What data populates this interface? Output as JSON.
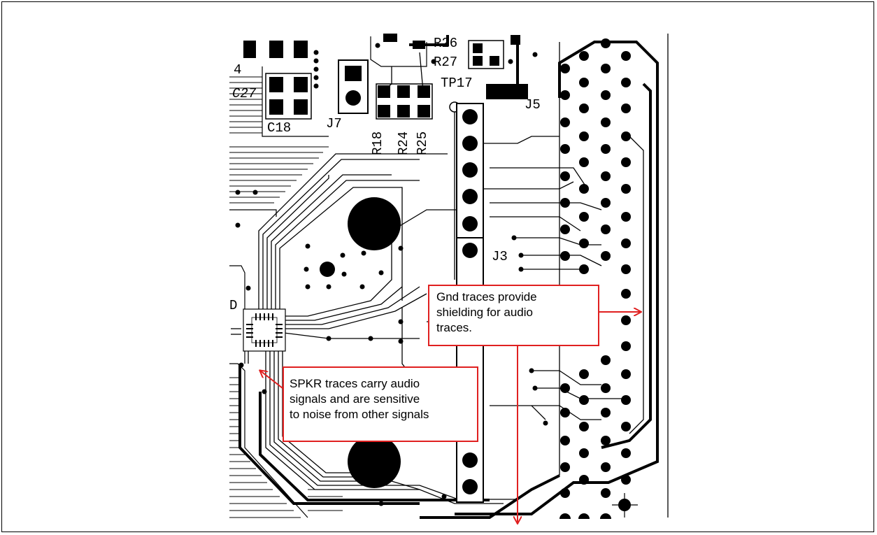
{
  "labels": {
    "r26": "R26",
    "r27": "R27",
    "tp17": "TP17",
    "j5": "J5",
    "c27": "C27",
    "c18": "C18",
    "j7": "J7",
    "r18": "R18",
    "r24": "R24",
    "r25": "R25",
    "j3": "J3",
    "num4": "4",
    "letterD": "D"
  },
  "callouts": {
    "gnd": "Gnd traces provide\n shielding for audio\n traces.",
    "spkr": "SPKR traces carry audio\nsignals and are sensitive\nto noise from other signals"
  },
  "colors": {
    "callout": "#e02020",
    "copper": "#000000",
    "background": "#ffffff"
  }
}
